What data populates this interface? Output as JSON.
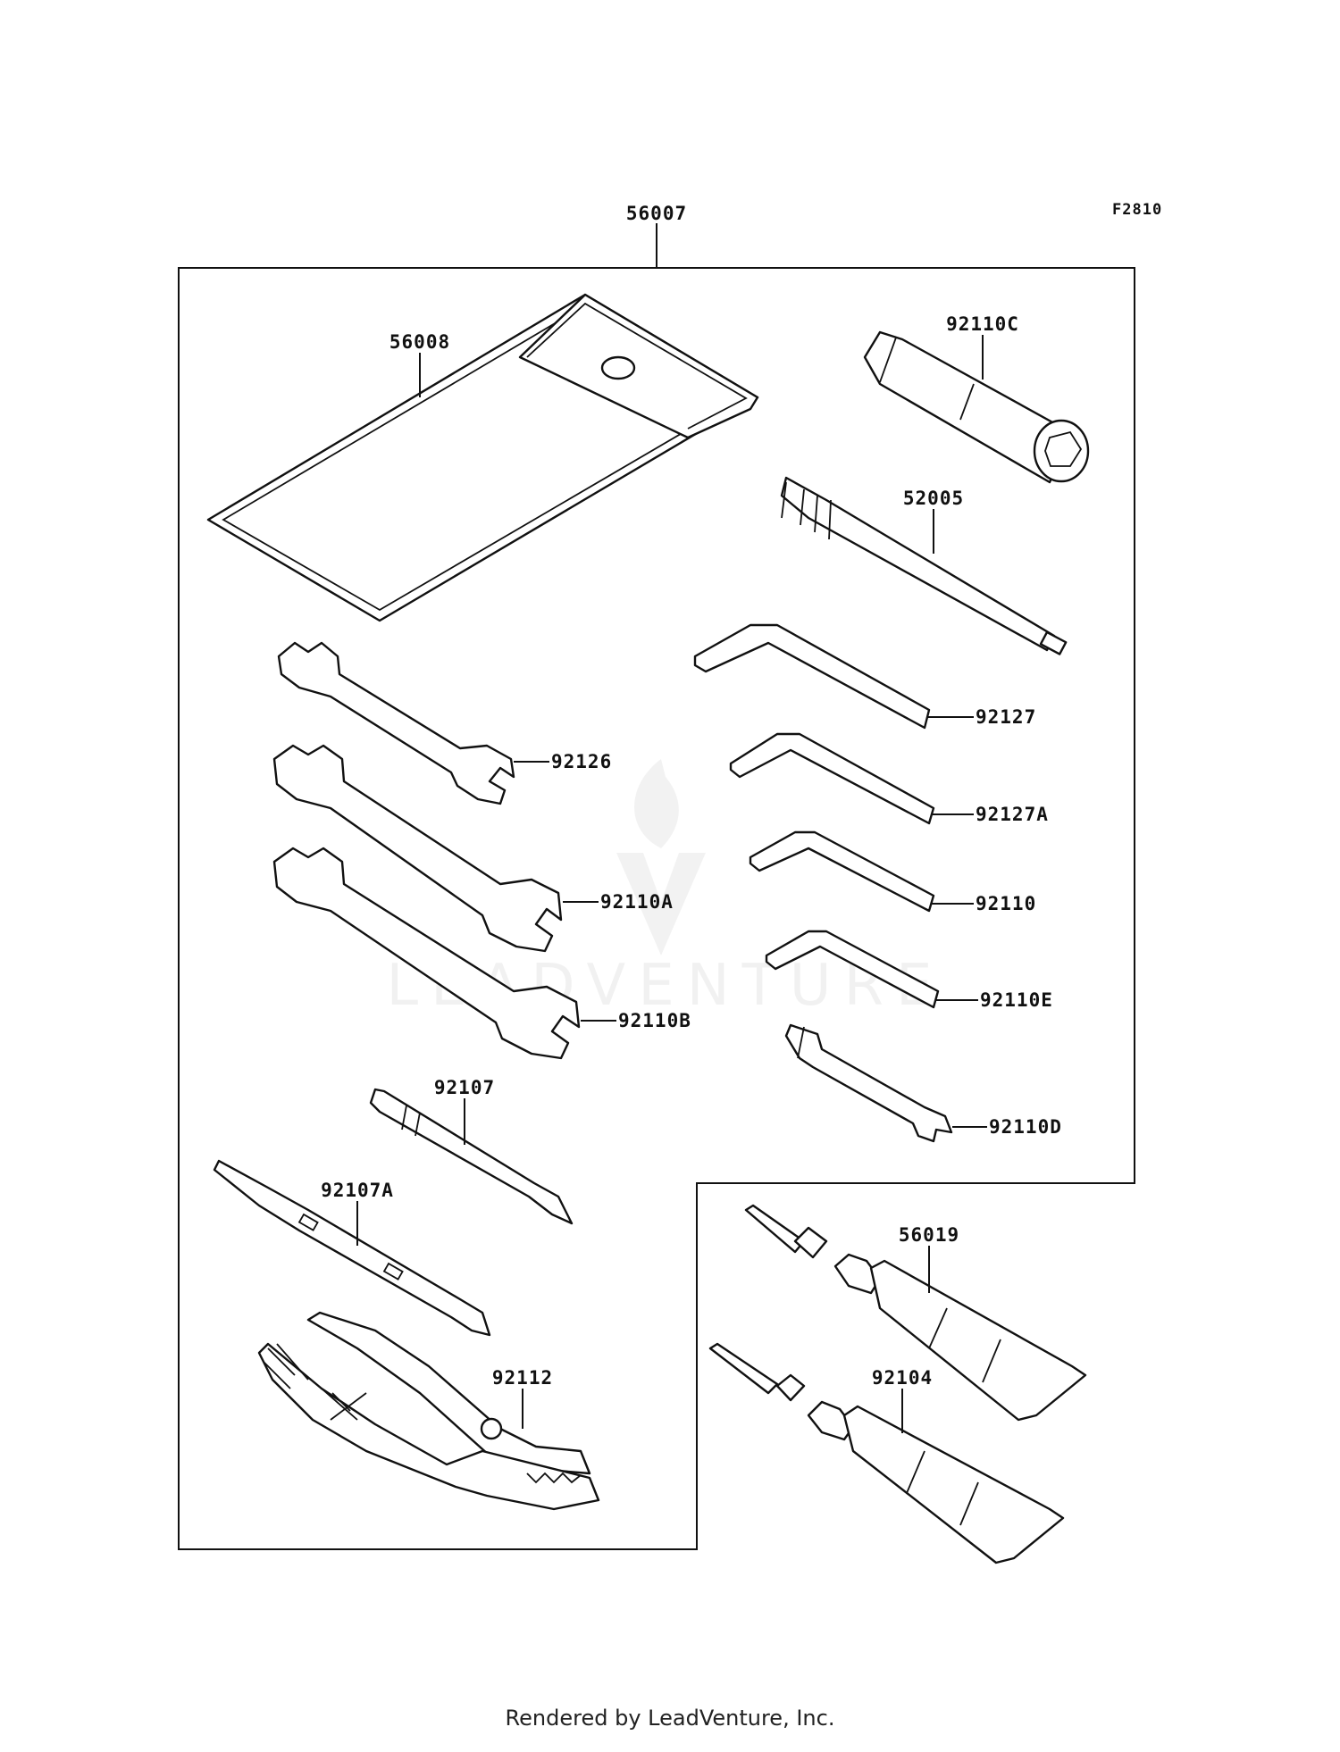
{
  "figure_code": "F2810",
  "kit_label": "56007",
  "watermark": "LEADVENTURE",
  "footer": "Rendered by LeadVenture, Inc.",
  "parts": {
    "p56008": "56008",
    "p92110C": "92110C",
    "p52005": "52005",
    "p92127": "92127",
    "p92126": "92126",
    "p92127A": "92127A",
    "p92110A": "92110A",
    "p92110": "92110",
    "p92110E": "92110E",
    "p92110B": "92110B",
    "p92107": "92107",
    "p92110D": "92110D",
    "p92107A": "92107A",
    "p56019": "56019",
    "p92112": "92112",
    "p92104": "92104"
  }
}
